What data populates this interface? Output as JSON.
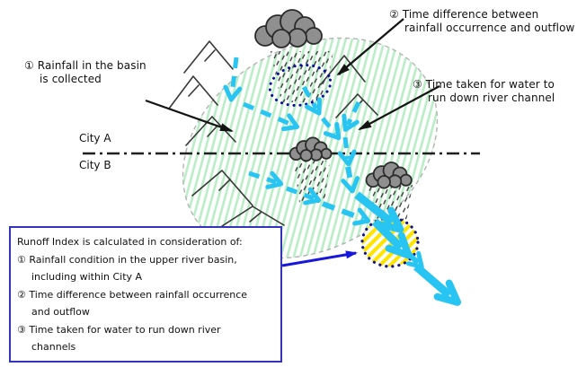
{
  "diagram": {
    "callouts": {
      "rainfall_collected": "① Rainfall  in the basin\nis collected",
      "time_difference": "② Time difference between\nrainfall occurrence and outflow",
      "time_taken": "③ Time taken for water to\nrun down river channel"
    },
    "city_a_label": "City A",
    "city_b_label": "City B",
    "icons": {
      "rain_cloud": "rain-cloud-icon",
      "mountain": "mountain-icon",
      "basin": "basin-ellipse",
      "rainfall_highlight": "dotted-ellipse-highlight",
      "outflow_highlight": "yellow-ellipse-highlight",
      "flow": "river-flow-arrows"
    }
  },
  "legend_box": {
    "title": "Runoff Index is calculated in consideration of:",
    "items": [
      "① Rainfall  condition in the upper river basin,\nincluding within City A",
      "② Time difference between rainfall occurrence\nand outflow",
      "③ Time taken for water to run down river\nchannels"
    ]
  },
  "colors": {
    "flow_cyan": "#29c5f2",
    "pointer_blue": "#1717dc",
    "legend_border_blue": "#3333bb",
    "basin_hatch_green": "#b9edc6",
    "highlight_yellow": "#ffe400",
    "dotted_navy": "#15158c",
    "cloud_gray": "#8f8f8f",
    "line_black": "#1f1f1f"
  }
}
